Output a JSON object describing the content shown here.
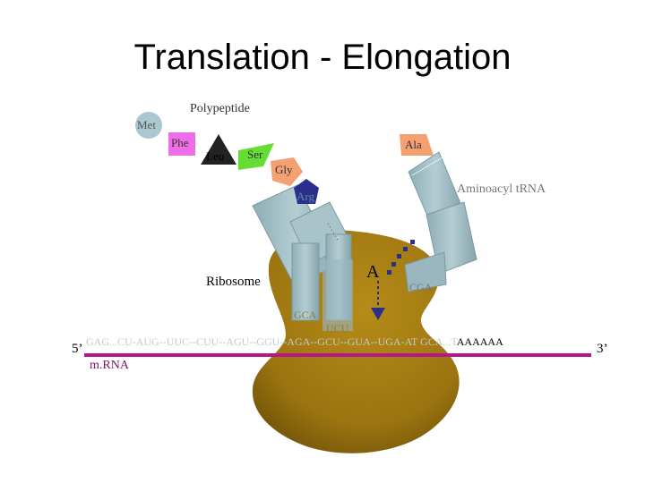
{
  "slide": {
    "title": "Translation - Elongation"
  },
  "labels": {
    "polypeptide": "Polypeptide",
    "aminoacyl_trna": "Aminoacyl tRNA",
    "ribosome": "Ribosome",
    "mrna": "m.RNA",
    "five_prime": "5’",
    "three_prime": "3’",
    "a_site": "A"
  },
  "amino_acids": {
    "met": "Met",
    "phe": "Phe",
    "leu": "Leu",
    "ser": "Ser",
    "gly": "Gly",
    "arg": "Arg",
    "ala": "Ala"
  },
  "anticodons": {
    "gca": "GCA",
    "ucu": "UCU",
    "cga": "CGA"
  },
  "mrna_sequence": {
    "light_part": "GAG...CU-AUG--UUC--CUU--AGU--GGU--AGA--GCU--GUA--UGA-AT GCA...T",
    "dark_part": "AAAAAA"
  },
  "colors": {
    "mrna_line": "#b5168c",
    "ribosome": "#a07a10",
    "trna": "#9ab7bf",
    "phe": "#ee6ee8",
    "ser": "#66dd33",
    "gly": "#f4a070",
    "ala": "#f4a070",
    "arg": "#2a2f8c"
  }
}
